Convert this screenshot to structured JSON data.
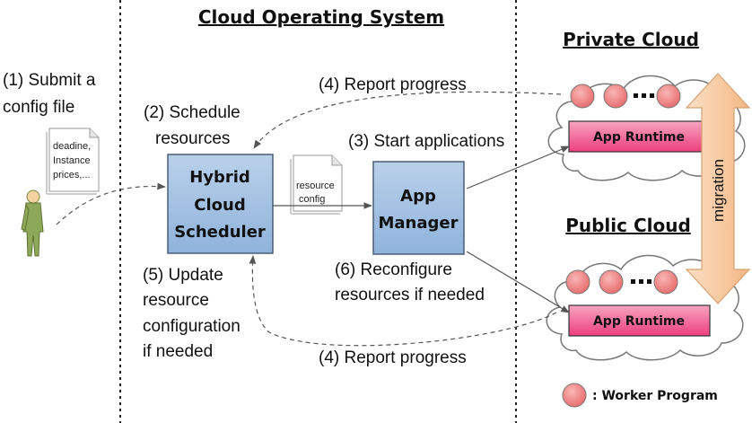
{
  "headers": {
    "cloud_os": "Cloud Operating System",
    "private_cloud": "Private Cloud",
    "public_cloud": "Public Cloud"
  },
  "steps": {
    "submit_1": "(1) Submit a",
    "submit_2": "config file",
    "schedule_1": "(2) Schedule",
    "schedule_2": "resources",
    "start_apps": "(3) Start applications",
    "report_top": "(4) Report progress",
    "report_bottom": "(4) Report progress",
    "update_1": "(5) Update",
    "update_2": "resource",
    "update_3": "configuration",
    "update_4": "if needed",
    "reconfig_1": "(6) Reconfigure",
    "reconfig_2": "resources if needed"
  },
  "config_doc": {
    "line1": "deadine,",
    "line2": "Instance",
    "line3": "prices,..."
  },
  "resource_doc": {
    "line1": "resource",
    "line2": "config"
  },
  "scheduler": {
    "line1": "Hybrid",
    "line2": "Cloud",
    "line3": "Scheduler"
  },
  "app_manager": {
    "line1": "App",
    "line2": "Manager"
  },
  "runtime_private": "App Runtime",
  "runtime_public": "App Runtime",
  "migration": "migration",
  "legend": {
    "worker": ": Worker Program"
  },
  "colors": {
    "box_blue": "#9bbde0",
    "runtime_pink": "#f0508a",
    "worker_fill": "#f08a8a",
    "migration_fill": "#f7caa2",
    "user_green": "#8ea85a"
  }
}
